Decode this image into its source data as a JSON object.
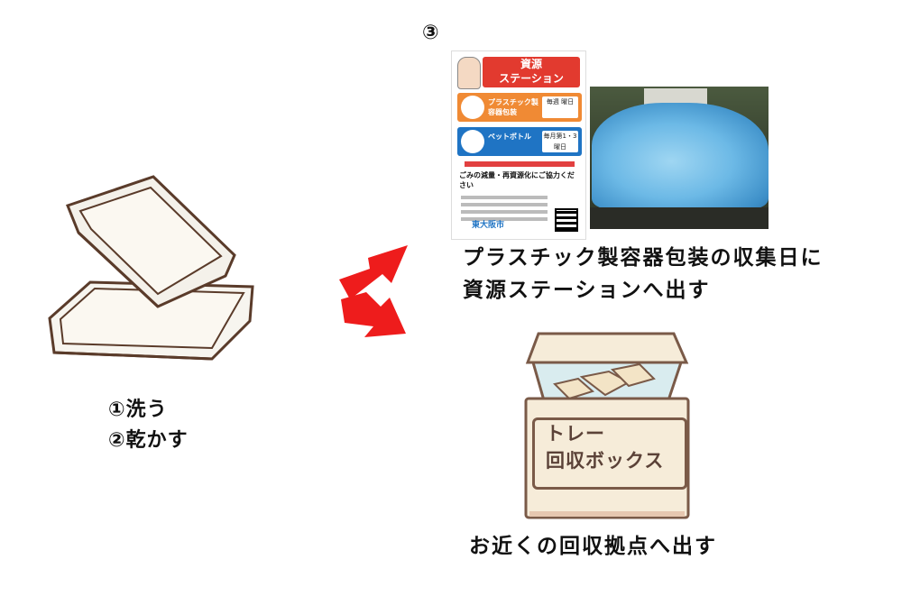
{
  "steps": {
    "wash": "①洗う",
    "dry": "②乾かす",
    "option_marker": "③"
  },
  "signboard": {
    "title_line1": "資源",
    "title_line2": "ステーション",
    "item1_label": "プラスチック製 容器包装",
    "item1_day": "毎週 曜日",
    "item2_label": "ペットボトル",
    "item2_day": "毎月第1・3 曜日",
    "notice": "ごみの減量・再資源化にご協力ください",
    "city": "東大阪市"
  },
  "captions": {
    "station": [
      "プラスチック製容器包装の収集日に",
      "資源ステーションへ出す"
    ],
    "collection_point": "お近くの回収拠点へ出す"
  },
  "collection_box": {
    "label_line1": "トレー",
    "label_line2": "回収ボックス"
  },
  "colors": {
    "arrow": "#ee1c1c",
    "signboard_red": "#e23a2f",
    "signboard_orange": "#f08a34",
    "signboard_blue": "#1f74c4",
    "box_cream": "#f6ecd9",
    "box_outline": "#7a5a48"
  },
  "icons": [
    "tray-illustration",
    "signboard-image",
    "tarp-photo",
    "arrow-up-right-icon",
    "arrow-down-right-icon",
    "collection-box-illustration"
  ]
}
